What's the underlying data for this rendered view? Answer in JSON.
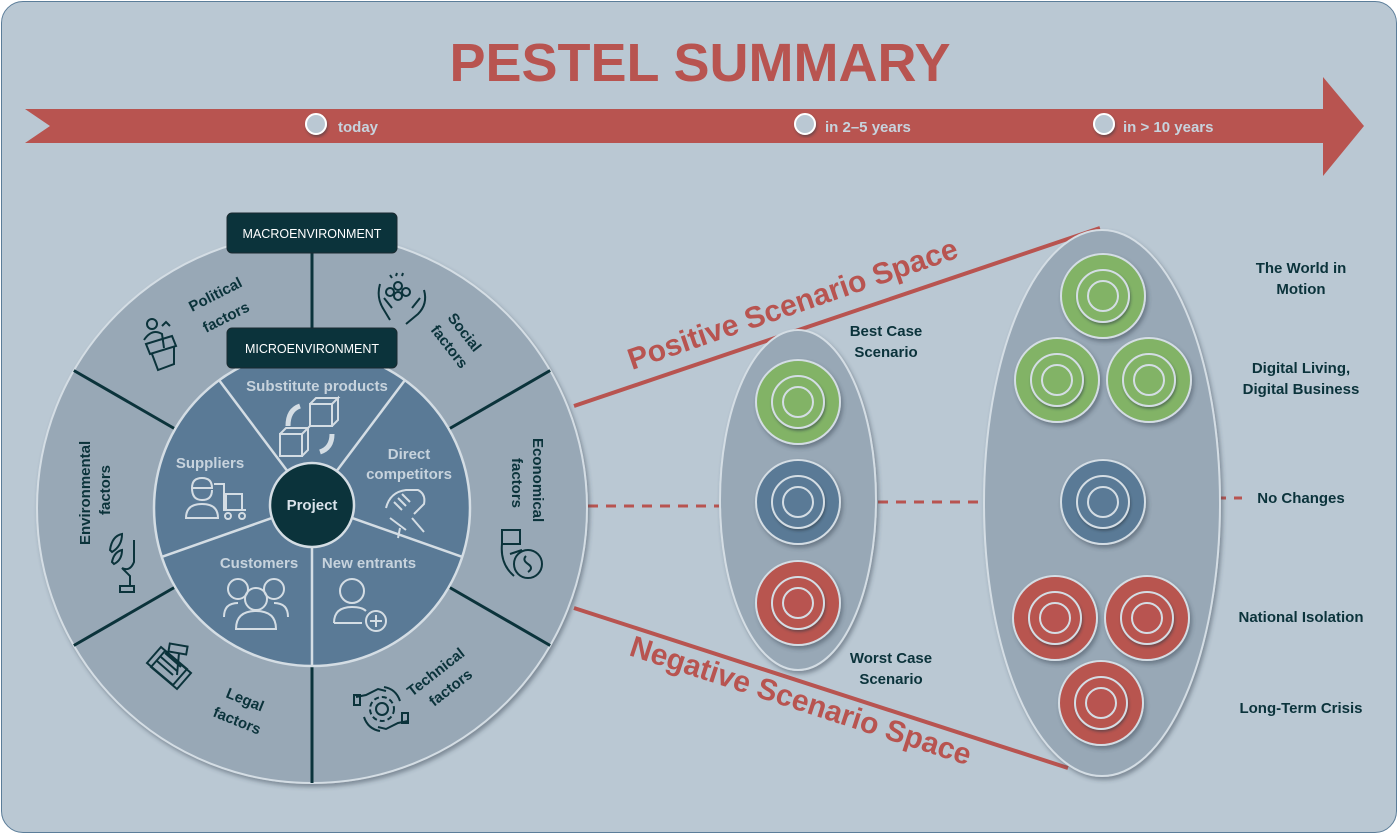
{
  "title": "PESTEL SUMMARY",
  "colors": {
    "background": "#bac8d3",
    "accent_red": "#b85450",
    "dark_teal": "#0b333b",
    "outer_ring": "#98a8b6",
    "inner_ring": "#5a7a96",
    "green": "#82b366",
    "blue": "#5a7a96",
    "red": "#b85450",
    "label_light": "#c7d3dd"
  },
  "timeline": {
    "markers": [
      {
        "label": "today"
      },
      {
        "label": "in 2–5 years"
      },
      {
        "label": "in > 10 years"
      }
    ]
  },
  "environment_labels": {
    "macro": "MACROENVIRONMENT",
    "micro": "MICROENVIRONMENT"
  },
  "pestel_factors": [
    {
      "id": "political",
      "line1": "Political",
      "line2": "factors",
      "icon": "podium-speaker-icon"
    },
    {
      "id": "social",
      "line1": "Social",
      "line2": "factors",
      "icon": "hands-holding-people-icon"
    },
    {
      "id": "economical",
      "line1": "Economical",
      "line2": "factors",
      "icon": "hand-with-money-icon"
    },
    {
      "id": "technical",
      "line1": "Technical",
      "line2": "factors",
      "icon": "hands-gear-icon"
    },
    {
      "id": "legal",
      "line1": "Legal",
      "line2": "factors",
      "icon": "law-book-gavel-icon"
    },
    {
      "id": "environmental",
      "line1": "Environmental",
      "line2": "factors",
      "icon": "hand-with-leaf-icon"
    }
  ],
  "micro_factors": [
    {
      "id": "substitute",
      "lines": [
        "Substitute products"
      ],
      "icon": "box-exchange-icon"
    },
    {
      "id": "competitors",
      "lines": [
        "Direct",
        "competitors"
      ],
      "icon": "arm-wrestling-icon"
    },
    {
      "id": "new_entrants",
      "lines": [
        "New entrants"
      ],
      "icon": "add-user-icon"
    },
    {
      "id": "customers",
      "lines": [
        "Customers"
      ],
      "icon": "user-group-icon"
    },
    {
      "id": "suppliers",
      "lines": [
        "Suppliers"
      ],
      "icon": "delivery-person-cart-icon"
    }
  ],
  "center_label": "Project",
  "scenario_spaces": {
    "positive": "Positive Scenario Space",
    "negative": "Negative Scenario Space"
  },
  "near_term_scenarios": {
    "best": [
      "Best Case",
      "Scenario"
    ],
    "worst": [
      "Worst Case",
      "Scenario"
    ],
    "targets": [
      "green",
      "blue",
      "red"
    ]
  },
  "long_term_scenarios": [
    {
      "label_lines": [
        "The World in",
        "Motion"
      ],
      "color": "green",
      "count": 1
    },
    {
      "label_lines": [
        "Digital Living,",
        "Digital Business"
      ],
      "color": "green",
      "count": 2
    },
    {
      "label_lines": [
        "No Changes"
      ],
      "color": "blue",
      "count": 1
    },
    {
      "label_lines": [
        "National Isolation"
      ],
      "color": "red",
      "count": 2
    },
    {
      "label_lines": [
        "Long-Term Crisis"
      ],
      "color": "red",
      "count": 1
    }
  ]
}
